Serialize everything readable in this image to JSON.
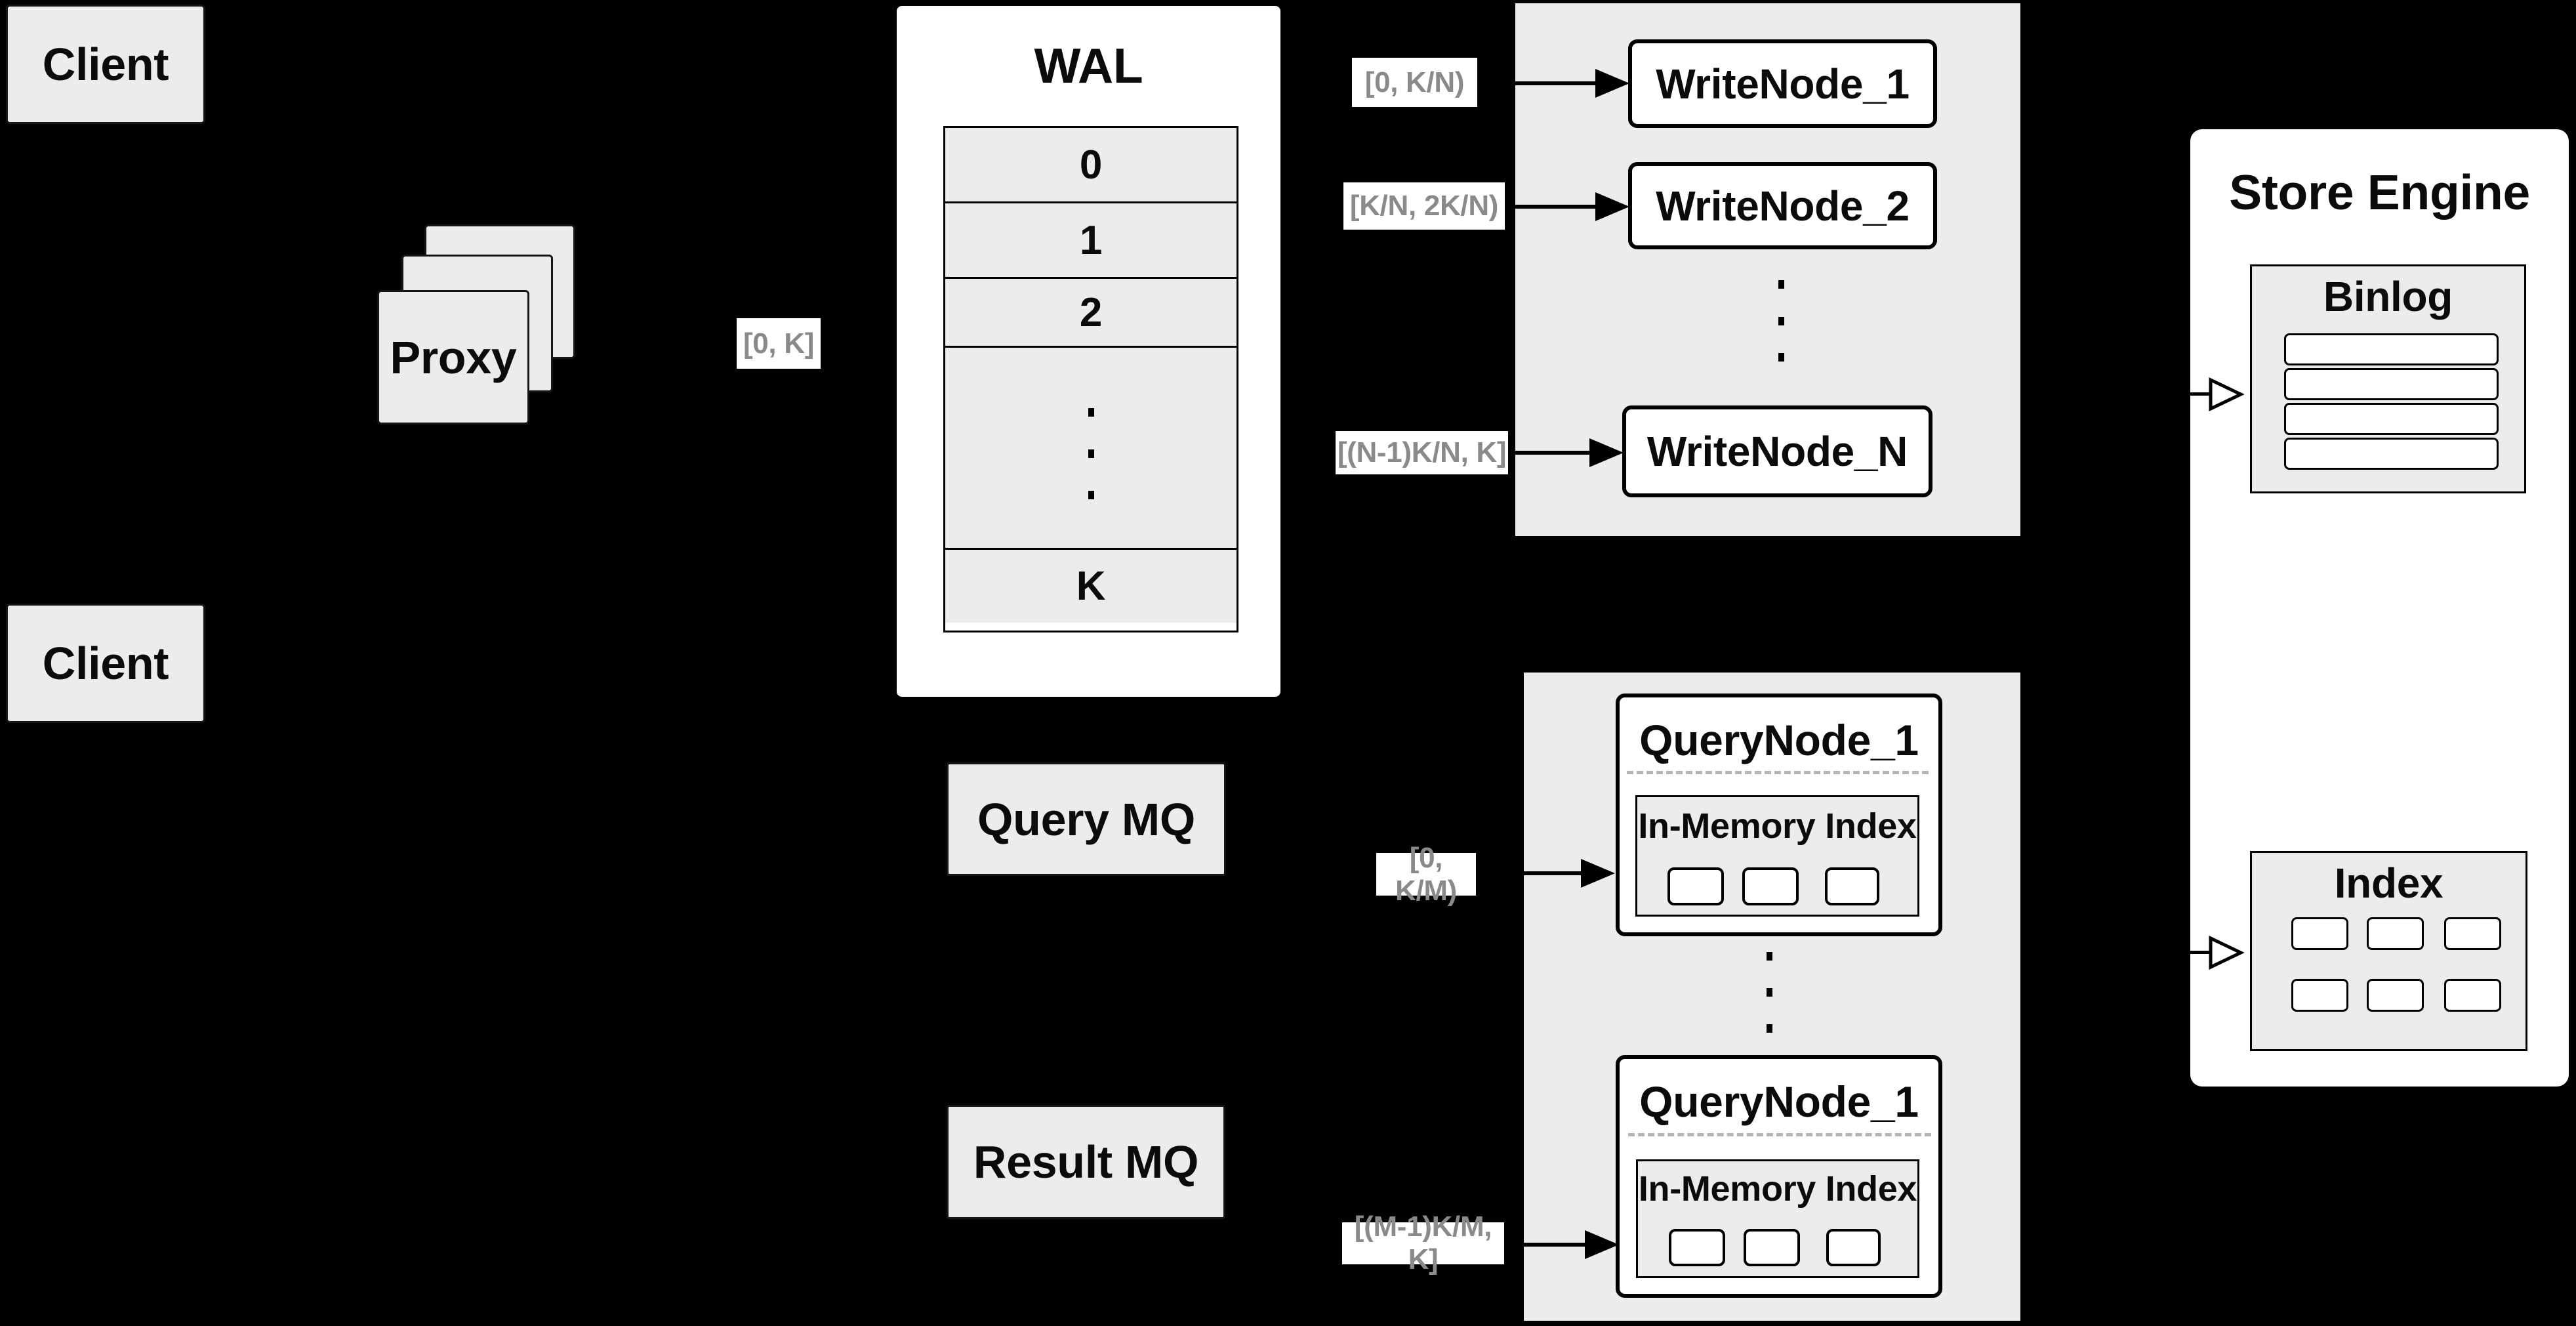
{
  "colors": {
    "background": "#000000",
    "panel_gray": "#ececec",
    "box_white": "#ffffff",
    "border_black": "#000000",
    "range_label_text": "#8a8a8a"
  },
  "clients": {
    "top_label": "Client",
    "bottom_label": "Client"
  },
  "proxy": {
    "label": "Proxy"
  },
  "wal": {
    "title": "WAL",
    "rows": [
      "0",
      "1",
      "2"
    ],
    "last_row": "K"
  },
  "range_labels": {
    "proxy_to_wal": "[0, K]",
    "write_node_1": "[0, K/N)",
    "write_node_2": "[K/N, 2K/N)",
    "write_node_n": "[(N-1)K/N, K]",
    "query_node_1": "[0, K/M)",
    "query_node_m": "[(M-1)K/M, K]"
  },
  "write_nodes": {
    "node_1": "WriteNode_1",
    "node_2": "WriteNode_2",
    "node_n": "WriteNode_N"
  },
  "queues": {
    "query_mq": "Query MQ",
    "result_mq": "Result MQ"
  },
  "query_nodes": {
    "node_top_title": "QueryNode_1",
    "node_bottom_title": "QueryNode_1",
    "in_memory_title_top": "In-Memory Index",
    "in_memory_title_bottom": "In-Memory Index"
  },
  "store_engine": {
    "title": "Store Engine",
    "binlog_title": "Binlog",
    "index_title": "Index"
  }
}
